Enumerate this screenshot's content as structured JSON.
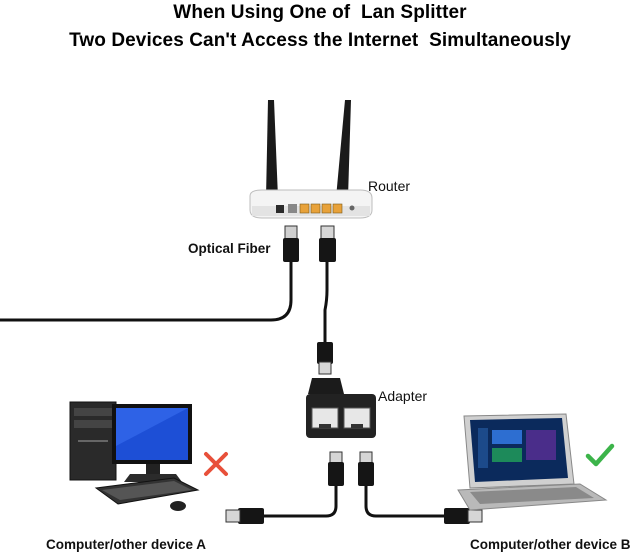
{
  "header": {
    "line1": "When Using One of  Lan Splitter",
    "line2": "Two Devices Can't Access the Internet  Simultaneously"
  },
  "labels": {
    "router": "Router",
    "optical_fiber": "Optical Fiber",
    "adapter": "Adapter",
    "device_a": "Computer/other device A",
    "device_b": "Computer/other device B"
  },
  "status": {
    "device_a": {
      "icon": "cross-icon",
      "color": "#e8503a"
    },
    "device_b": {
      "icon": "check-icon",
      "color": "#3cb44a"
    }
  },
  "colors": {
    "router_port": "#e8a23a",
    "cable": "#111111"
  }
}
